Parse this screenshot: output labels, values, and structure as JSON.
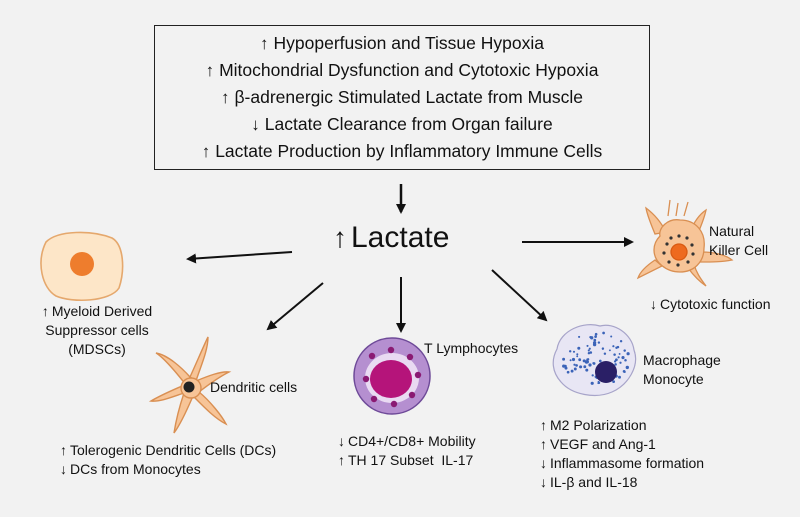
{
  "causes": [
    {
      "dir": "up",
      "text": "Hypoperfusion and Tissue Hypoxia"
    },
    {
      "dir": "up",
      "text": "Mitochondrial Dysfunction and Cytotoxic Hypoxia"
    },
    {
      "dir": "up",
      "text": "β-adrenergic Stimulated Lactate from Muscle"
    },
    {
      "dir": "down",
      "text": "Lactate Clearance from Organ failure"
    },
    {
      "dir": "up",
      "text": "Lactate Production by Inflammatory Immune Cells"
    }
  ],
  "center": {
    "dir": "up",
    "label": "Lactate"
  },
  "cells": {
    "mdsc": {
      "name_line1": "Myeloid Derived",
      "name_line2": "Suppressor cells",
      "name_line3": "(MDSCs)",
      "dir": "up"
    },
    "dendritic": {
      "name": "Dendritic cells",
      "effects": [
        {
          "dir": "up",
          "text": "Tolerogenic Dendritic Cells (DCs)"
        },
        {
          "dir": "down",
          "text": "DCs from Monocytes"
        }
      ]
    },
    "t_lymphocytes": {
      "name": "T Lymphocytes",
      "effects": [
        {
          "dir": "down",
          "text": "CD4+/CD8+ Mobility"
        },
        {
          "dir": "up",
          "text": "TH 17 Subset  IL-17"
        }
      ]
    },
    "macrophage": {
      "name_line1": "Macrophage",
      "name_line2": "Monocyte",
      "effects": [
        {
          "dir": "up",
          "text": "M2 Polarization"
        },
        {
          "dir": "up",
          "text": "VEGF and Ang-1"
        },
        {
          "dir": "down",
          "text": "Inflammasome formation"
        },
        {
          "dir": "down",
          "text": "IL-β and IL-18"
        }
      ]
    },
    "nk": {
      "name_line1": "Natural",
      "name_line2": "Killer Cell",
      "effects": [
        {
          "dir": "down",
          "text": "Cytotoxic function"
        }
      ]
    }
  },
  "arrow_glyphs": {
    "up": "↑",
    "down": "↓"
  },
  "colors": {
    "background": "#f2f2f2",
    "mdsc_cell": "#fde6c8",
    "mdsc_nucleus": "#ee7d2d",
    "dendritic_body": "#f7c497",
    "dendritic_nucleus": "#222222",
    "t_cell_membrane": "#b58fd0",
    "t_cell_nucleus": "#b5147a",
    "macrophage_dots": "#3b63b8",
    "macrophage_nucleus": "#2a1f66",
    "nk_body": "#f7c497",
    "nk_nucleus": "#ee6a1e"
  }
}
